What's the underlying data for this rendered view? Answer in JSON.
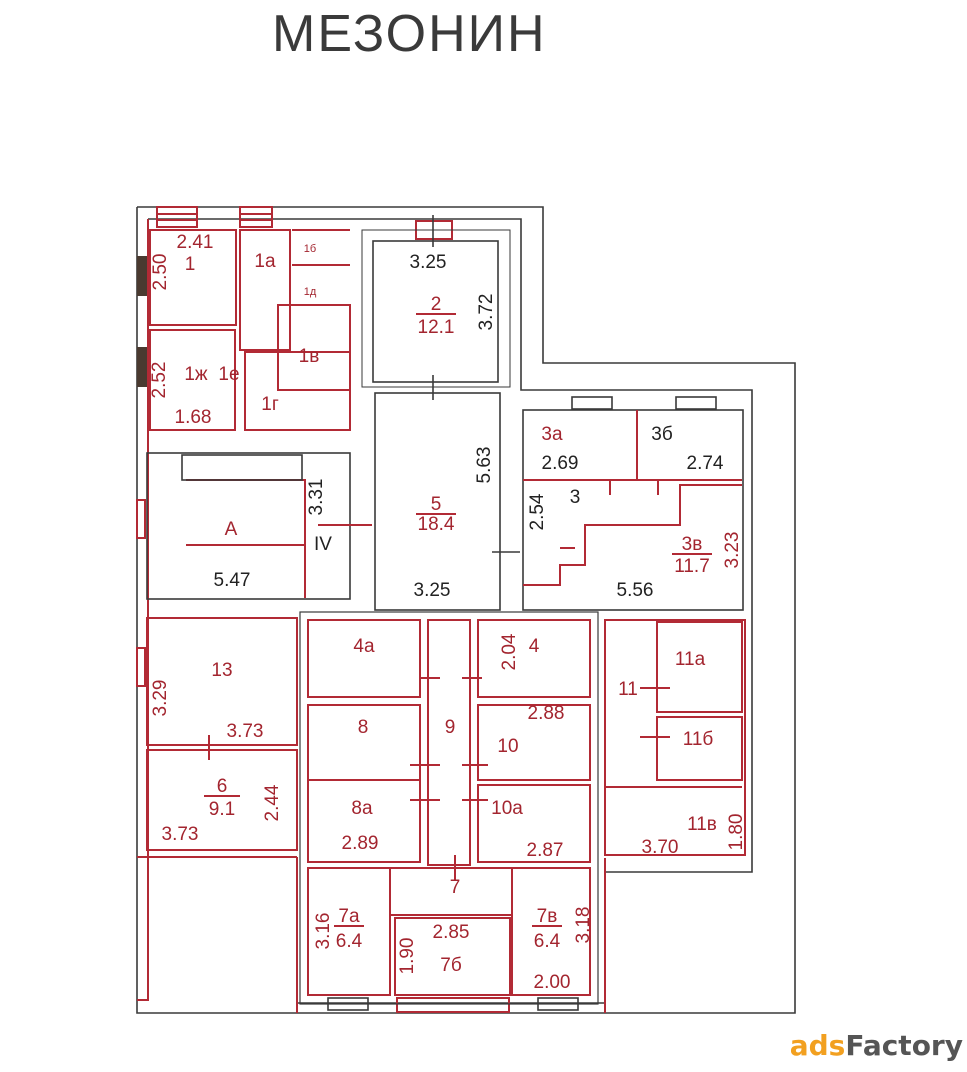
{
  "title": "МЕЗОНИН",
  "watermark": {
    "part1": "ads",
    "part2": "Factory"
  },
  "colors": {
    "walls": "#b22a35",
    "structure": "#3a3a3a",
    "text": "#a3252f"
  },
  "rooms": {
    "r1": {
      "label": "1",
      "width": "2.41",
      "length": "2.50"
    },
    "r1a": {
      "label": "1а"
    },
    "r1b": {
      "label": "1б"
    },
    "r1d": {
      "label": "1д"
    },
    "r1v": {
      "label": "1в"
    },
    "r1g": {
      "label": "1г"
    },
    "r1zh": {
      "label": "1ж",
      "length": "2.52",
      "width": "1.68"
    },
    "r1e": {
      "label": "1е"
    },
    "r2": {
      "label": "2",
      "area": "12.1",
      "width": "3.25",
      "length": "3.72"
    },
    "r5": {
      "label": "5",
      "area": "18.4",
      "length": "5.63",
      "width": "3.25"
    },
    "stair": {
      "label": "A",
      "section": "IV",
      "width": "5.47",
      "length": "3.31"
    },
    "r3a": {
      "label": "3а",
      "width": "2.69"
    },
    "r3b": {
      "label": "3б",
      "width": "2.74"
    },
    "r3": {
      "label": "3",
      "length": "2.54"
    },
    "r3v": {
      "label": "3в",
      "area": "11.7",
      "length": "3.23",
      "width": "5.56"
    },
    "r13": {
      "label": "13",
      "length": "3.29",
      "width": "3.73"
    },
    "r6": {
      "label": "6",
      "area": "9.1",
      "length": "2.44",
      "width": "3.73"
    },
    "r4a": {
      "label": "4а"
    },
    "r4": {
      "label": "4",
      "length": "2.04",
      "width": "2.88"
    },
    "r8": {
      "label": "8"
    },
    "r8a": {
      "label": "8а",
      "width": "2.89"
    },
    "r9": {
      "label": "9"
    },
    "r10": {
      "label": "10"
    },
    "r10a": {
      "label": "10а",
      "width": "2.87"
    },
    "r11": {
      "label": "11"
    },
    "r11a": {
      "label": "11а"
    },
    "r11b": {
      "label": "11б"
    },
    "r11v": {
      "label": "11в",
      "width": "3.70",
      "length": "1.80"
    },
    "r7": {
      "label": "7"
    },
    "r7a": {
      "label": "7а",
      "area": "6.4",
      "length": "3.16"
    },
    "r7b": {
      "label": "7б",
      "width": "2.85",
      "length": "1.90"
    },
    "r7v": {
      "label": "7в",
      "area": "6.4",
      "length": "3.18",
      "width": "2.00"
    }
  }
}
